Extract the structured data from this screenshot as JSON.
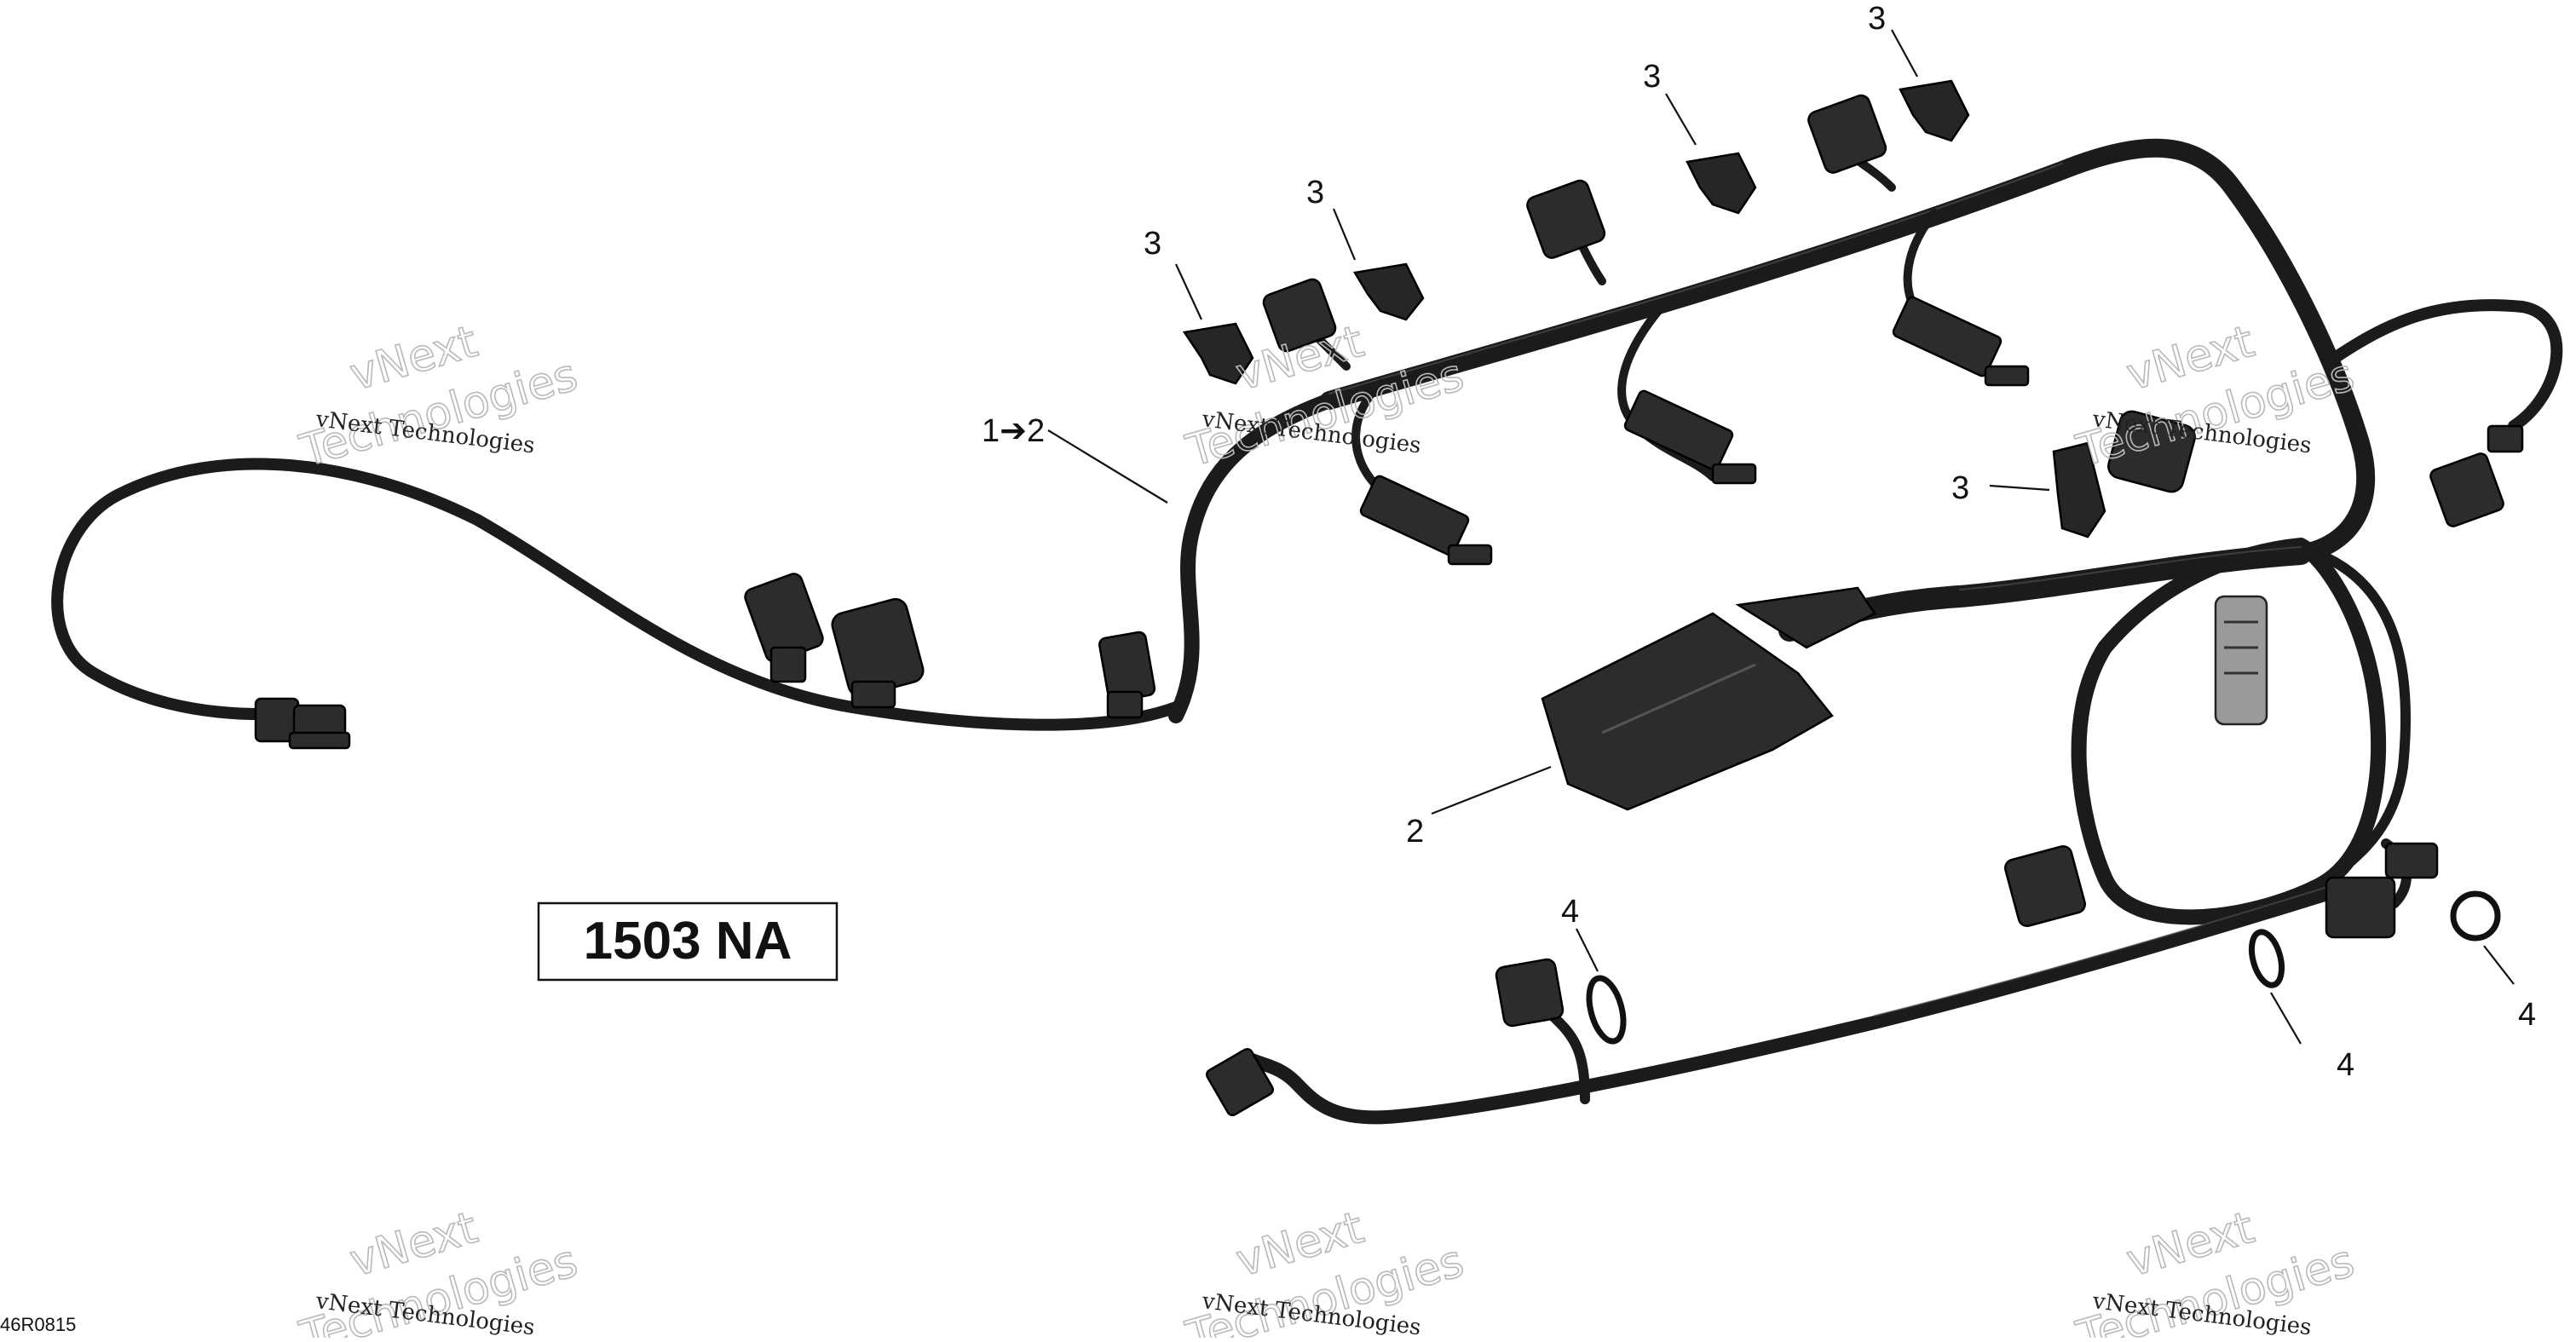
{
  "model_box": {
    "text": "1503 NA"
  },
  "diagram_code": "46R0815",
  "watermark": {
    "line1": "vNext",
    "line2": "Technologies",
    "caption": "vNext Technologies"
  },
  "callouts": [
    {
      "id": "c12",
      "text": "1➔2"
    },
    {
      "id": "c2",
      "text": "2"
    },
    {
      "id": "c3a",
      "text": "3"
    },
    {
      "id": "c3b",
      "text": "3"
    },
    {
      "id": "c3c",
      "text": "3"
    },
    {
      "id": "c3d",
      "text": "3"
    },
    {
      "id": "c3e",
      "text": "3"
    },
    {
      "id": "c4a",
      "text": "4"
    },
    {
      "id": "c4b",
      "text": "4"
    },
    {
      "id": "c4c",
      "text": "4"
    }
  ],
  "colors": {
    "wire": "#1b1b1b",
    "connector": "#2c2c2c",
    "light_connector": "#9a9a9a",
    "watermark_outline": "#b9b9b9"
  }
}
